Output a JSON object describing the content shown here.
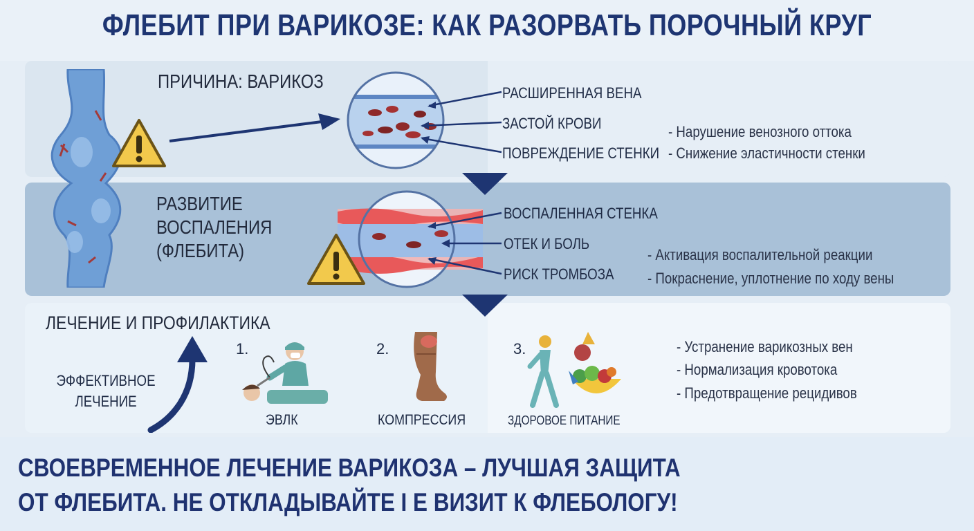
{
  "title": "ФЛЕБИТ ПРИ ВАРИКОЗЕ: КАК РАЗОРВАТЬ ПОРОЧНЫЙ КРУГ",
  "sections": {
    "cause": {
      "heading": "ПРИЧИНА: ВАРИКОЗ",
      "labels": [
        "РАСШИРЕННАЯ ВЕНА",
        "ЗАСТОЙ КРОВИ",
        "ПОВРЕЖДЕНИЕ СТЕНКИ"
      ],
      "bullets": [
        "- Нарушение венозного оттока",
        "- Снижение эластичности стенки"
      ]
    },
    "inflammation": {
      "heading_lines": [
        "РАЗВИТИЕ",
        "ВОСПАЛЕНИЯ",
        "(ФЛЕБИТА)"
      ],
      "labels": [
        "ВОСПАЛЕННАЯ СТЕНКА",
        "ОТЕК И БОЛЬ",
        "РИСК ТРОМБОЗА"
      ],
      "bullets": [
        "- Активация воспалительной реакции",
        "- Покраснение, уплотнение по ходу вены"
      ]
    },
    "treatment": {
      "heading": "ЛЕЧЕНИЕ И ПРОФИЛАКТИКА",
      "effective_lines": [
        "ЭФФЕКТИВНОЕ",
        "ЛЕЧЕНИЕ"
      ],
      "items": [
        {
          "number": "1.",
          "caption": "ЭВЛК",
          "icon": "laser-procedure-icon"
        },
        {
          "number": "2.",
          "caption": "КОМПРЕССИЯ",
          "icon": "compression-stocking-icon"
        },
        {
          "number": "3.",
          "caption": "ЗДОРОВОЕ ПИТАНИЕ",
          "icon": "healthy-food-icon"
        }
      ],
      "bullets": [
        "- Устранение варикозных вен",
        "- Нормализация кровотока",
        "- Предотвращение рецидивов"
      ]
    }
  },
  "footer_lines": [
    "СВОЕВРЕМЕННОЕ ЛЕЧЕНИЕ ВАРИКОЗА – ЛУЧШАЯ ЗАЩИТА",
    "ОТ ФЛЕБИТА. НЕ ОТКЛАДЫВАЙТЕ I Е ВИЗИТ К ФЛЕБОЛОГУ!"
  ],
  "colors": {
    "title": "#1e3572",
    "arrow": "#1e3572",
    "warning": "#f2c94c",
    "vein": "#6f9fd6",
    "inflamed": "#e8595a"
  }
}
